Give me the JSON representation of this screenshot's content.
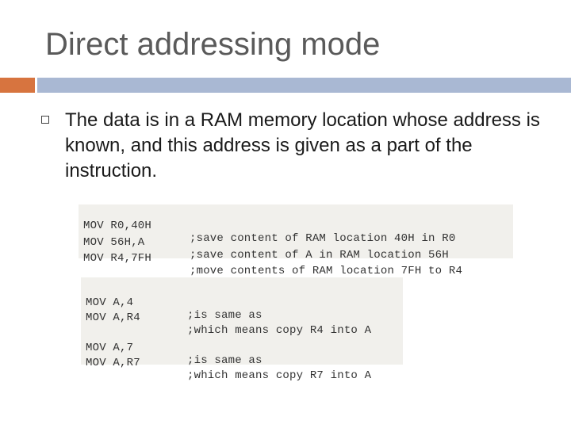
{
  "slide": {
    "title": "Direct addressing mode",
    "bullet": "The data is in a RAM memory location whose address is known, and this address is given as a part of the instruction.",
    "code_block_1": [
      {
        "instr": "MOV R0,40H",
        "comment": ";save content of RAM location 40H in R0"
      },
      {
        "instr": "MOV 56H,A",
        "comment": ";save content of A in RAM location 56H"
      },
      {
        "instr": "MOV R4,7FH",
        "comment": ";move contents of RAM location 7FH to R4"
      }
    ],
    "code_block_2": [
      {
        "instr": "MOV A,4",
        "comment": ";is same as"
      },
      {
        "instr": "MOV A,R4",
        "comment": ";which means copy R4 into A"
      },
      {
        "instr": "MOV A,7",
        "comment": ";is same as"
      },
      {
        "instr": "MOV A,R7",
        "comment": ";which means copy R7 into A"
      }
    ]
  },
  "colors": {
    "accent_orange": "#d7743f",
    "rule_blue": "#a9b8d3",
    "title_gray": "#5a5a5a"
  }
}
